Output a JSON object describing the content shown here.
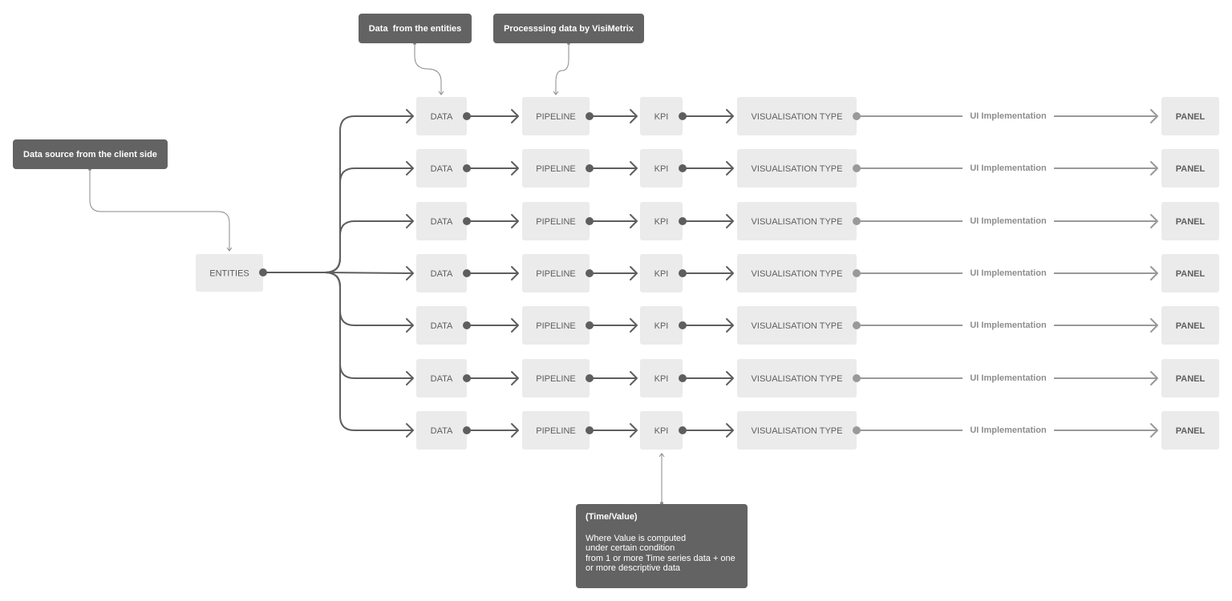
{
  "diagram": {
    "entities_label": "ENTITIES",
    "stage_labels": {
      "data": "DATA",
      "pipeline": "PIPELINE",
      "kpi": "KPI",
      "visualisation": "VISUALISATION TYPE",
      "ui": "UI Implementation",
      "panel": "PANEL"
    },
    "row_count": 7
  },
  "callouts": {
    "entities": "Data  from the entities",
    "processing": "Processsing data by VisiMetrix",
    "source": "Data source from the client side",
    "kpi": {
      "title": "(Time/Value)",
      "lines": [
        "Where Value is computed",
        "under certain condition",
        "from 1 or more Time series data + one",
        "or more descriptive data"
      ]
    }
  },
  "colors": {
    "box_fill": "#ebebeb",
    "callout_fill": "#636363",
    "dark_line": "#5e5e5e",
    "light_line": "#999999",
    "thin_line": "#8a8a8a"
  }
}
